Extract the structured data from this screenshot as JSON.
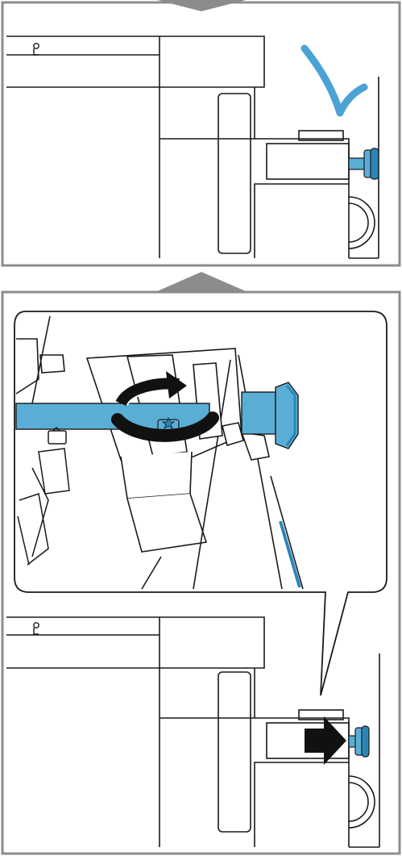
{
  "figure": {
    "panels": [
      {
        "id": "top",
        "role": "overview"
      },
      {
        "id": "bottom",
        "role": "detail-with-callout"
      }
    ],
    "colors": {
      "frame": "#8c8c8c",
      "ink": "#1a1a1a",
      "accent_blue": "#5aaed6",
      "accent_blue_dark": "#2b86b8",
      "hand_arrow": "#4aa3d4",
      "push_arrow": "#111111"
    },
    "icons": [
      "down-arrow-icon",
      "curved-arrow-icon",
      "rotate-arrow-icon",
      "push-arrow-icon",
      "knob-icon"
    ]
  }
}
